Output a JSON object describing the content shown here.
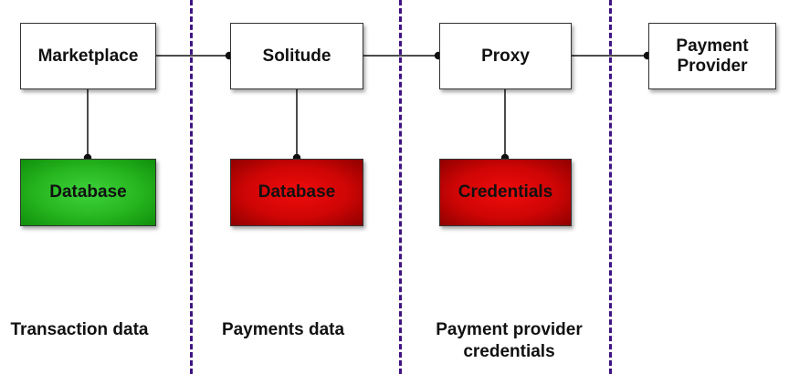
{
  "components": {
    "marketplace": "Marketplace",
    "solitude": "Solitude",
    "proxy": "Proxy",
    "payment_provider": "Payment\nProvider"
  },
  "stores": {
    "marketplace_db": "Database",
    "solitude_db": "Database",
    "proxy_credentials": "Credentials"
  },
  "zones": {
    "marketplace": "Transaction data",
    "solitude": "Payments data",
    "proxy": "Payment provider\ncredentials"
  },
  "colors": {
    "divider": "#3f1380",
    "trusted_store": "#26b51f",
    "sensitive_store": "#cf0505"
  }
}
